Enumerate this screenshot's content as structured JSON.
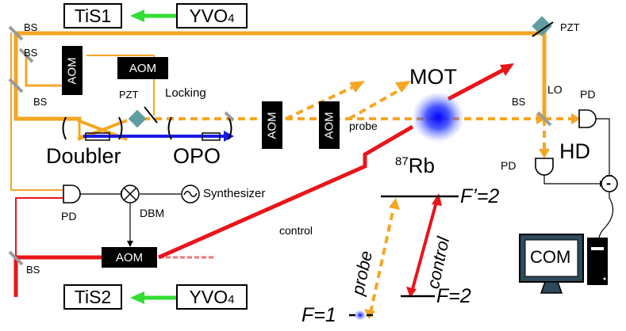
{
  "lasers": {
    "tis1": "TiS1",
    "tis2": "TiS2",
    "pump1": "YVO",
    "pump2": "YVO",
    "pump_subscript": "4"
  },
  "optics": {
    "bs": "BS",
    "aom": "AOM",
    "pzt": "PZT",
    "locking": "Locking",
    "doubler": "Doubler",
    "opo": "OPO",
    "lo": "LO",
    "pd": "PD",
    "hd": "HD",
    "dbm": "DBM",
    "synthesizer": "Synthesizer",
    "minus": "-",
    "com": "COM"
  },
  "beams": {
    "probe": "probe",
    "control": "control",
    "mot": "MOT"
  },
  "levels": {
    "isotope_mass": "87",
    "element": "Rb",
    "excited": "F’=2",
    "ground1": "F=1",
    "ground2": "F=2",
    "probe": "probe",
    "control": "control"
  },
  "colors": {
    "orange": "#F5A623",
    "red": "#E8151B",
    "green": "#33DD33",
    "blue": "#1A1AE6"
  }
}
